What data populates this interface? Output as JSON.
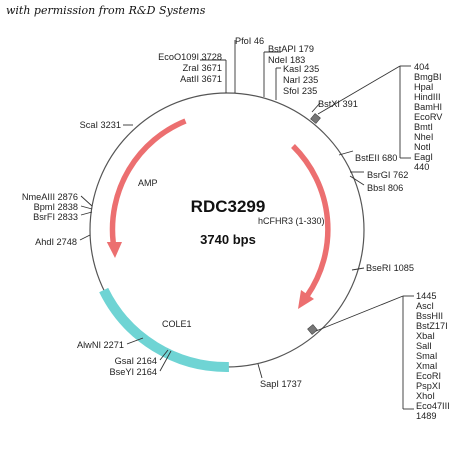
{
  "credit": "with permission from R&D Systems",
  "plasmid": {
    "name": "RDC3299",
    "size": "3740 bps"
  },
  "colors": {
    "arrow": "#ec6f70",
    "ori": "#6fd4d4",
    "circle": "#555555",
    "marker": "#777777"
  },
  "features": {
    "amp": "AMP",
    "insert": "hCFHR3 (1-330)",
    "ori": "COLE1"
  },
  "sites": {
    "pfoi": "PfoI 46",
    "eco0109i": "EcoO109I 3728",
    "zrai": "ZraI 3671",
    "aatii": "AatII 3671",
    "bstapi": "BstAPI 179",
    "ndei": "NdeI 183",
    "kasi": "KasI 235",
    "nari": "NarI 235",
    "sfoi": "SfoI 235",
    "bstxi": "BstXI 391",
    "scai": "ScaI 3231",
    "bsteii": "BstEII 680",
    "bsrgi": "BsrGI 762",
    "bbsi": "BbsI 806",
    "nmeaiii": "NmeAIII 2876",
    "bpmi": "BpmI 2838",
    "bsrfi": "BsrFI 2833",
    "ahdi": "AhdI 2748",
    "bseri": "BseRI 1085",
    "alwni": "AlwNI 2271",
    "gsai": "GsaI 2164",
    "bseyi": "BseYI 2164",
    "sapi": "SapI 1737"
  },
  "mcs1": [
    "404",
    "BmgBI",
    "HpaI",
    "HindIII",
    "BamHI",
    "EcoRV",
    "BmtI",
    "NheI",
    "NotI",
    "EagI",
    "440"
  ],
  "mcs2": [
    "1445",
    "AscI",
    "BssHII",
    "BstZ17I",
    "XbaI",
    "SalI",
    "SmaI",
    "XmaI",
    "EcoRI",
    "PspXI",
    "XhoI",
    "Eco47III",
    "1489"
  ]
}
